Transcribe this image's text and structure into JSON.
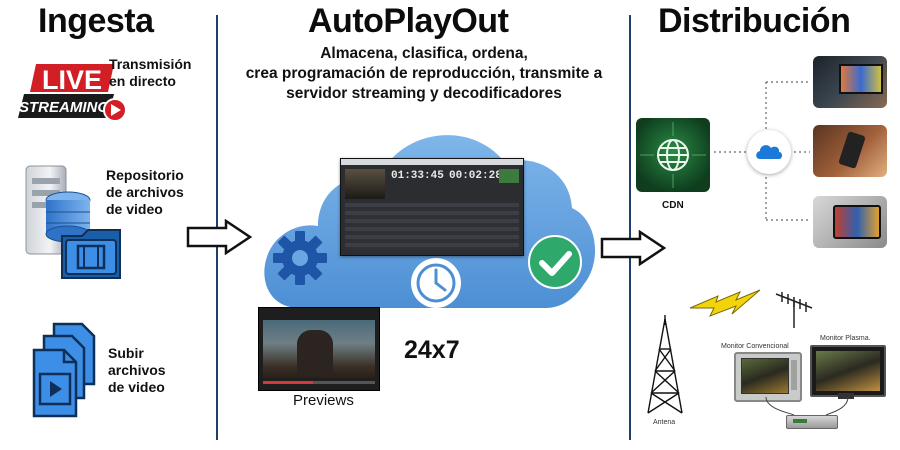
{
  "columns": {
    "ingesta": "Ingesta",
    "autoplayout": "AutoPlayOut",
    "distribucion": "Distribución"
  },
  "autoplayout": {
    "description_lines": [
      "Almacena, clasifica, ordena,",
      "crea programación de reproducción, transmite a",
      "servidor streaming y decodificadores"
    ],
    "clock": {
      "time_a": "01:33:45",
      "time_b": "00:02:28"
    },
    "uptime": "24x7",
    "previews_label": "Previews"
  },
  "ingesta": {
    "live_logo": {
      "word1": "LIVE",
      "word2": "STREAMING"
    },
    "items": [
      {
        "label_lines": [
          "Transmisión",
          "en directo"
        ]
      },
      {
        "label_lines": [
          "Repositorio",
          "de archivos",
          "de video"
        ]
      },
      {
        "label_lines": [
          "Subir",
          "archivos",
          "de video"
        ]
      }
    ]
  },
  "distribucion": {
    "cdn_label": "CDN",
    "antenna_label": "Antena",
    "monitor_conventional": "Monitor Convencional",
    "monitor_plasma": "Monitor Plasma."
  },
  "colors": {
    "divider": "#1f3e6e",
    "cloud": "#5b9bd9",
    "gear": "#1f55a6",
    "check": "#2fa86b",
    "live_red": "#d21f26",
    "cdn_green": "#1f7a3a"
  },
  "icons": [
    "live-streaming-icon",
    "server-database-icon",
    "video-folder-icon",
    "video-files-icon",
    "arrow-right-icon",
    "cloud-icon",
    "gear-icon",
    "check-icon",
    "clock-icon",
    "globe-icon",
    "cloud-link-icon",
    "antenna-icon",
    "lightning-icon",
    "tv-antenna-icon",
    "monitor-icon",
    "decoder-icon"
  ]
}
